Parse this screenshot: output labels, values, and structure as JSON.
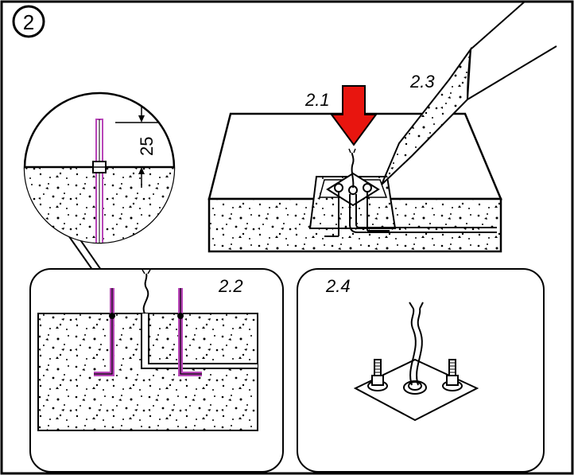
{
  "step_number": "2",
  "labels": {
    "pour_arrow": "2.1",
    "section_view": "2.2",
    "concrete_pour": "2.3",
    "detail_view": "2.4"
  },
  "dimension": "25",
  "colors": {
    "arrow": "#e8150f",
    "bolt_highlight": "#b845b8",
    "line": "#000000"
  }
}
